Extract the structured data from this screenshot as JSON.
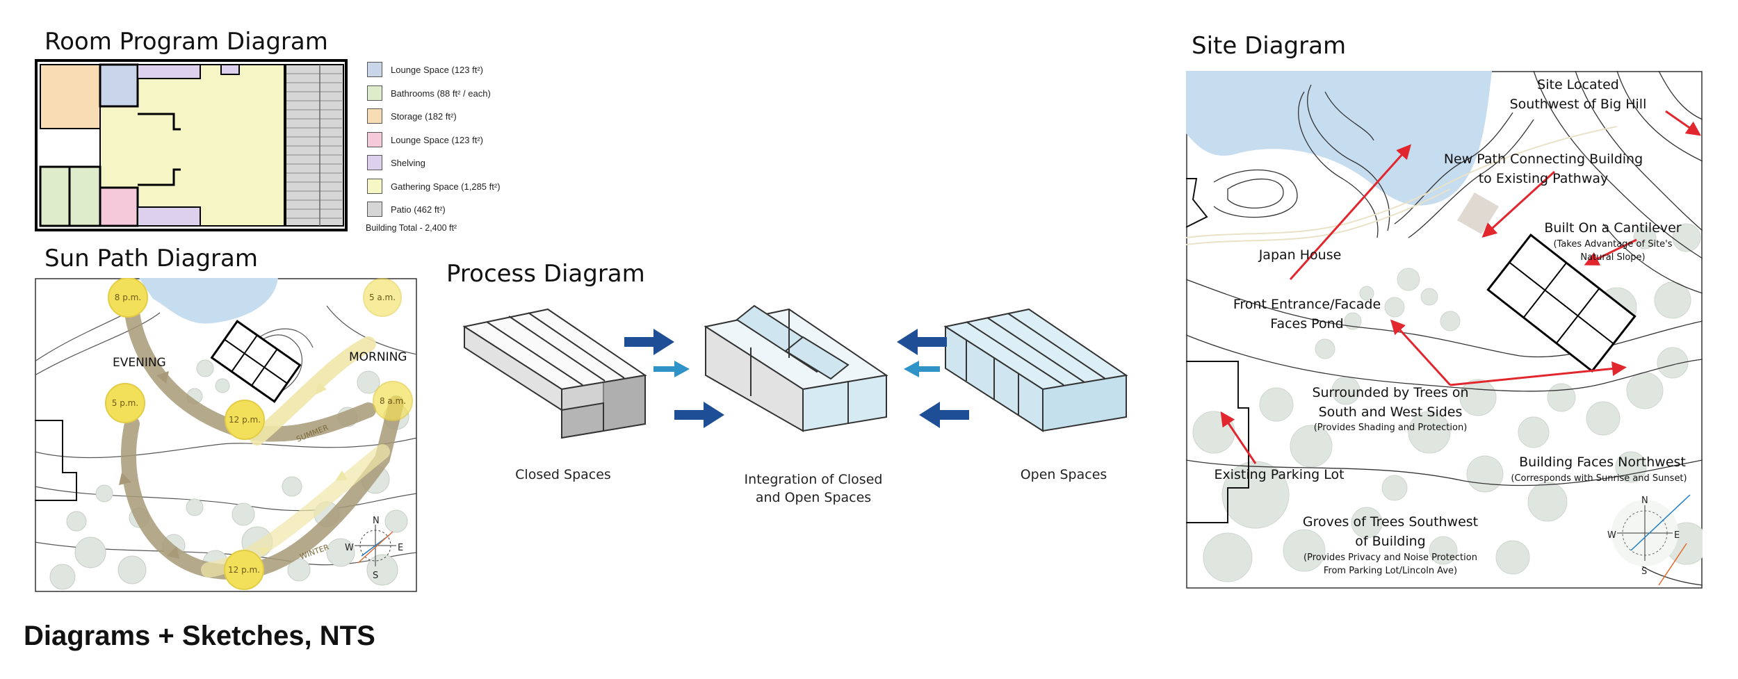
{
  "titles": {
    "room_program": "Room Program Diagram",
    "sun_path": "Sun Path Diagram",
    "process": "Process Diagram",
    "site": "Site Diagram",
    "main": "Diagrams + Sketches, NTS"
  },
  "legend": {
    "items": [
      {
        "label": "Lounge Space (123 ft²)",
        "color": "#c9d6ea"
      },
      {
        "label": "Bathrooms (88 ft² / each)",
        "color": "#dfeccc"
      },
      {
        "label": "Storage (182 ft²)",
        "color": "#f7dcb4"
      },
      {
        "label": "Lounge Space (123 ft²)",
        "color": "#f6c9da"
      },
      {
        "label": "Shelving",
        "color": "#dcd0ec"
      },
      {
        "label": "Gathering Space (1,285 ft²)",
        "color": "#f6f5c6"
      },
      {
        "label": "Patio (462 ft²)",
        "color": "#d6d6d6"
      }
    ],
    "total": "Building Total - 2,400 ft²"
  },
  "sun_path": {
    "times": [
      "8 p.m.",
      "5 p.m.",
      "12 p.m.",
      "12 p.m.",
      "5 a.m.",
      "8 a.m."
    ],
    "evening": "EVENING",
    "morning": "MORNING",
    "summer": "SUMMER",
    "winter": "WINTER",
    "compass": [
      "N",
      "E",
      "S",
      "W"
    ]
  },
  "process": {
    "closed": "Closed Spaces",
    "integration_line1": "Integration of Closed",
    "integration_line2": "and Open Spaces",
    "open": "Open Spaces"
  },
  "site": {
    "site_located_1": "Site Located",
    "site_located_2": "Southwest of Big Hill",
    "new_path_1": "New Path Connecting Building",
    "new_path_2": "to Existing Pathway",
    "cantilever": "Built On a Cantilever",
    "cantilever_sub_1": "(Takes Advantage of Site's",
    "cantilever_sub_2": "Natural Slope)",
    "japan_house": "Japan House",
    "front_entrance_1": "Front Entrance/Facade",
    "front_entrance_2": "Faces Pond",
    "trees_1": "Surrounded by Trees on",
    "trees_2": "South and West Sides",
    "trees_sub": "(Provides Shading and Protection)",
    "parking": "Existing Parking Lot",
    "faces_nw": "Building Faces Northwest",
    "faces_nw_sub": "(Corresponds with Sunrise and Sunset)",
    "groves_1": "Groves of Trees Southwest",
    "groves_2": "of Building",
    "groves_sub_1": "(Provides Privacy and Noise Protection",
    "groves_sub_2": "From Parking Lot/Lincoln Ave)",
    "compass": [
      "N",
      "E",
      "S",
      "W"
    ]
  },
  "colors": {
    "pond": "#c6dcef",
    "tree": "#dfe5df",
    "arrow_red": "#e1262d",
    "arrow_blue_dark": "#1e4f96",
    "arrow_blue_light": "#2f93c8",
    "sun": "#f3e05a",
    "sun_path_dark": "#a89a78"
  }
}
